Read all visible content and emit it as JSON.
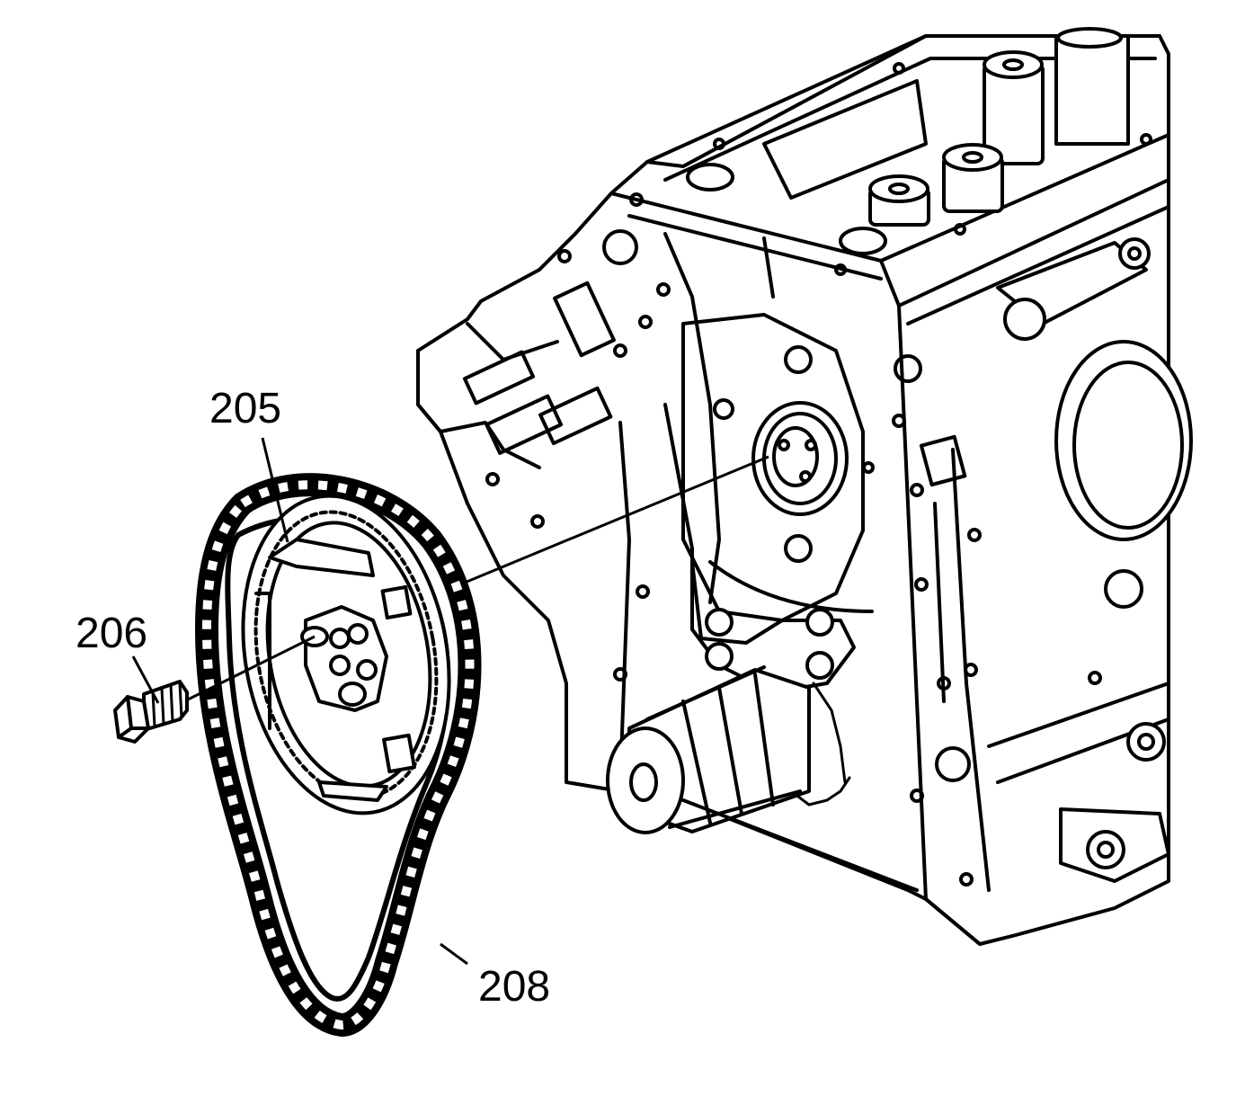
{
  "figure": {
    "callouts": [
      {
        "id": "sprocket",
        "label": "205"
      },
      {
        "id": "bolt",
        "label": "206"
      },
      {
        "id": "chain",
        "label": "208"
      }
    ],
    "colors": {
      "line": "#000000",
      "background": "#ffffff"
    },
    "icons": [
      "engine-block-illustration",
      "camshaft-sprocket",
      "sprocket-bolt",
      "timing-chain"
    ]
  }
}
